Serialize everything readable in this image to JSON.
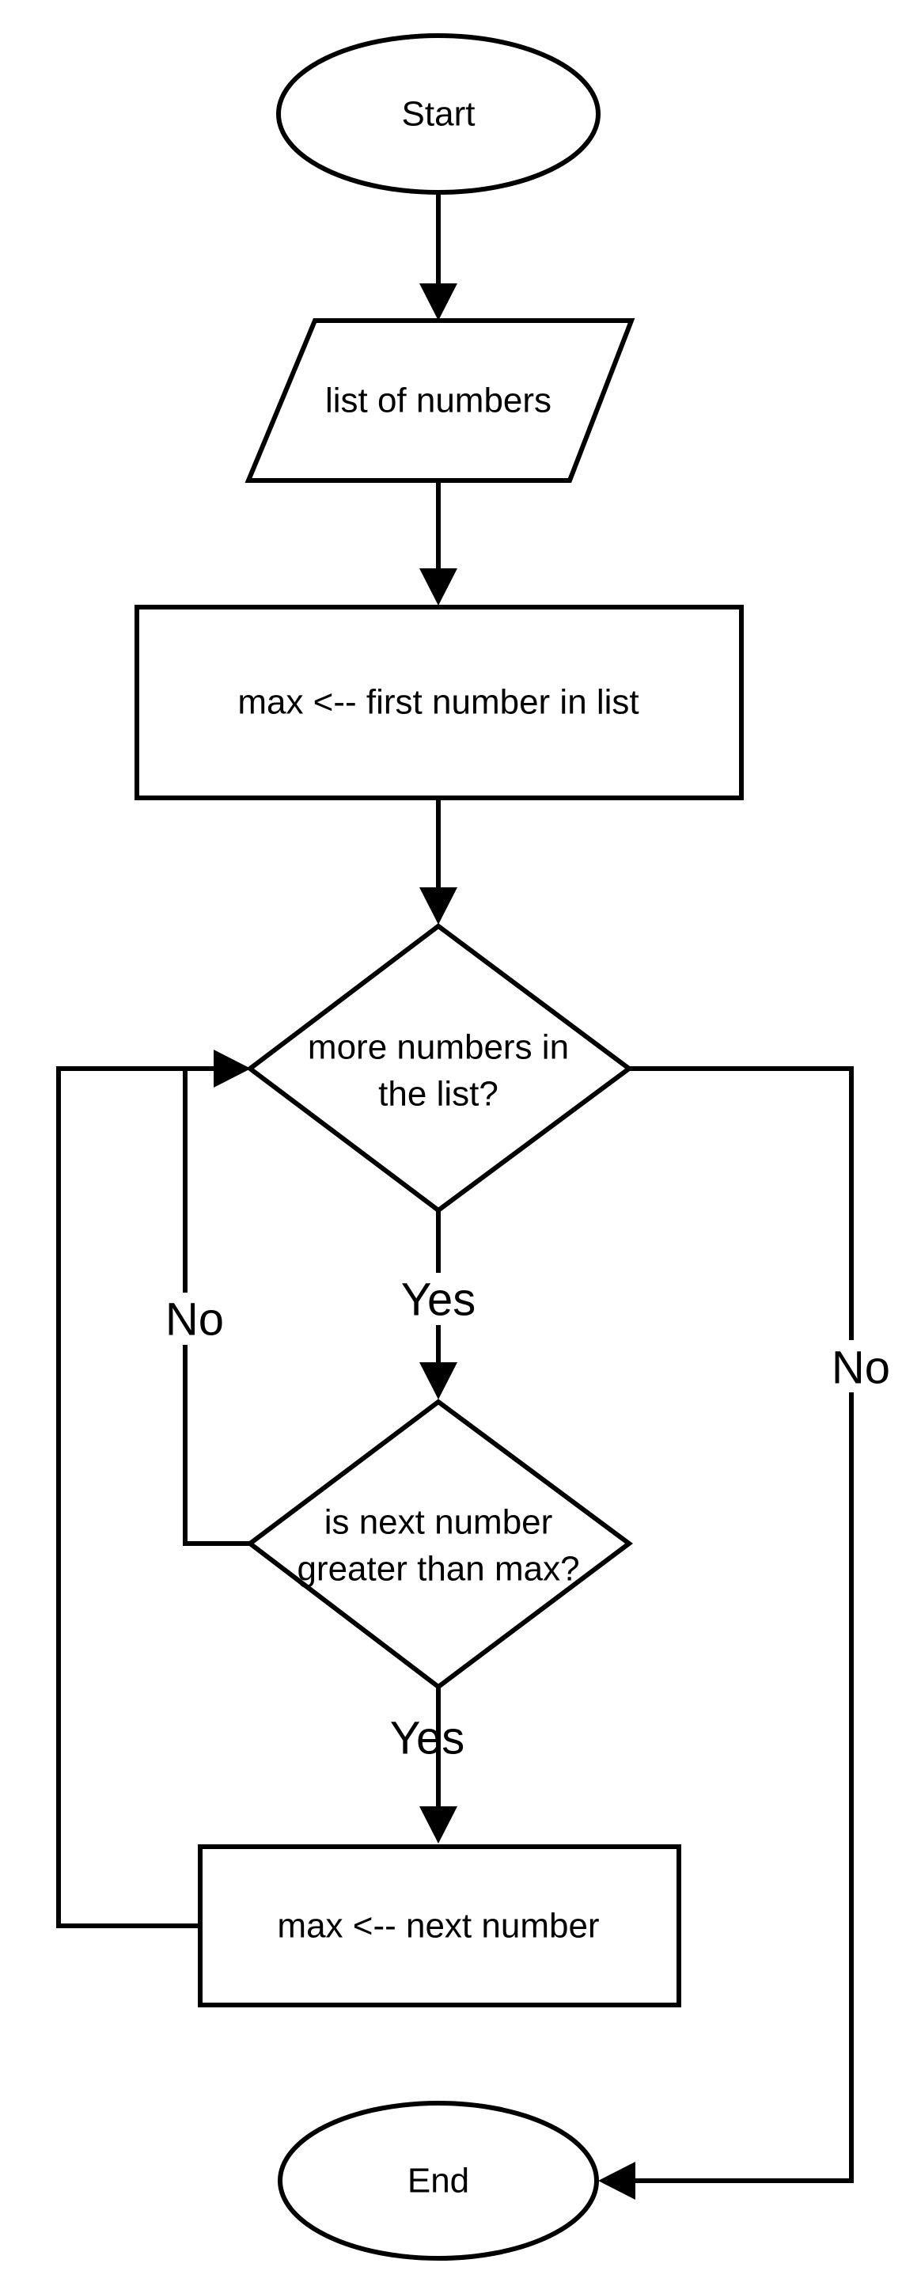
{
  "diagram": {
    "nodes": {
      "start": {
        "label": "Start",
        "shape": "ellipse"
      },
      "input": {
        "label": "list of numbers",
        "shape": "parallelogram"
      },
      "init": {
        "label": "max <-- first number in list",
        "shape": "rectangle"
      },
      "more_numbers": {
        "lines": [
          "more numbers in",
          "the list?"
        ],
        "shape": "diamond"
      },
      "compare": {
        "lines": [
          "is next number",
          "greater than max?"
        ],
        "shape": "diamond"
      },
      "update": {
        "label": "max <-- next number",
        "shape": "rectangle"
      },
      "end": {
        "label": "End",
        "shape": "ellipse"
      }
    },
    "edges": {
      "more_yes": "Yes",
      "compare_yes": "Yes",
      "compare_no": "No",
      "more_no": "No"
    },
    "colors": {
      "stroke": "#000000",
      "fill": "#ffffff",
      "background": "#ffffff"
    }
  }
}
